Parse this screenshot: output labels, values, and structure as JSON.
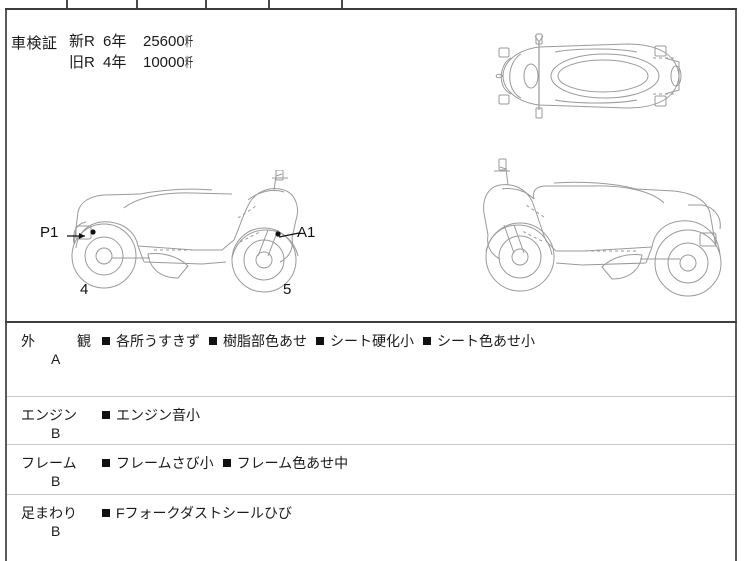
{
  "document": {
    "type": "motorcycle-inspection-sheet",
    "language": "ja"
  },
  "header_table": {
    "cells": [
      "",
      "",
      "",
      "",
      "",
      "",
      ""
    ]
  },
  "registration": {
    "label": "車検証",
    "entries": [
      {
        "era": "新R",
        "year": "6年",
        "mileage": "25600",
        "unit": "粁"
      },
      {
        "era": "旧R",
        "year": "4年",
        "mileage": "10000",
        "unit": "粁"
      }
    ]
  },
  "diagram": {
    "side_view_left": {
      "callouts": [
        {
          "id": "P1",
          "text": "P1",
          "side": "left"
        },
        {
          "id": "A1",
          "text": "A1",
          "side": "right"
        }
      ],
      "wheel_labels": [
        {
          "text": "4",
          "position": "rear"
        },
        {
          "text": "5",
          "position": "front"
        }
      ]
    },
    "top_view": {
      "name": "scooter-top-view"
    },
    "side_view_right": {
      "name": "scooter-side-view-mirrored"
    }
  },
  "grades": [
    {
      "category": "外　観",
      "category_spaced": "外　観",
      "grade": "A",
      "items": [
        "各所うすきず",
        "樹脂部色あせ",
        "シート硬化小",
        "シート色あせ小"
      ]
    },
    {
      "category": "エンジン",
      "grade": "B",
      "items": [
        "エンジン音小"
      ]
    },
    {
      "category": "フレーム",
      "grade": "B",
      "items": [
        "フレームさび小",
        "フレーム色あせ中"
      ]
    },
    {
      "category": "足まわり",
      "grade": "B",
      "items": [
        "Fフォークダストシールひび"
      ]
    }
  ],
  "colors": {
    "border_dark": "#3f3f3f",
    "border_light": "#c9c9c9",
    "drawing_line": "#9a9a9a",
    "text": "#1a1a1a",
    "bullet": "#111111"
  }
}
